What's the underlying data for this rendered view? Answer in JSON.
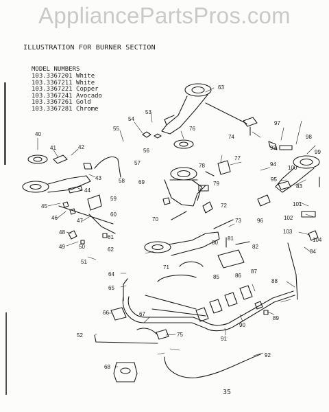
{
  "watermark": "AppliancePartsPros.com",
  "heading": "ILLUSTRATION FOR BURNER SECTION",
  "models": {
    "title": "MODEL NUMBERS",
    "items": [
      "103.3367201 White",
      "103.3367211 White",
      "103.3367221 Copper",
      "103.3367241 Avocado",
      "103.3367261 Gold",
      "103.3367281 Chrome"
    ]
  },
  "page_number": "35",
  "callouts": [
    "40",
    "41",
    "42",
    "43",
    "44",
    "45",
    "46",
    "47",
    "48",
    "49",
    "50",
    "51",
    "52",
    "53",
    "54",
    "55",
    "56",
    "57",
    "58",
    "59",
    "60",
    "61",
    "62",
    "63",
    "64",
    "65",
    "66",
    "67",
    "68",
    "69",
    "70",
    "71",
    "72",
    "73",
    "74",
    "75",
    "76",
    "77",
    "78",
    "79",
    "80",
    "81",
    "82",
    "83",
    "84",
    "85",
    "86",
    "87",
    "88",
    "89",
    "90",
    "91",
    "92",
    "93",
    "94",
    "95",
    "96",
    "97",
    "98",
    "99",
    "100",
    "101",
    "102",
    "103",
    "104"
  ]
}
